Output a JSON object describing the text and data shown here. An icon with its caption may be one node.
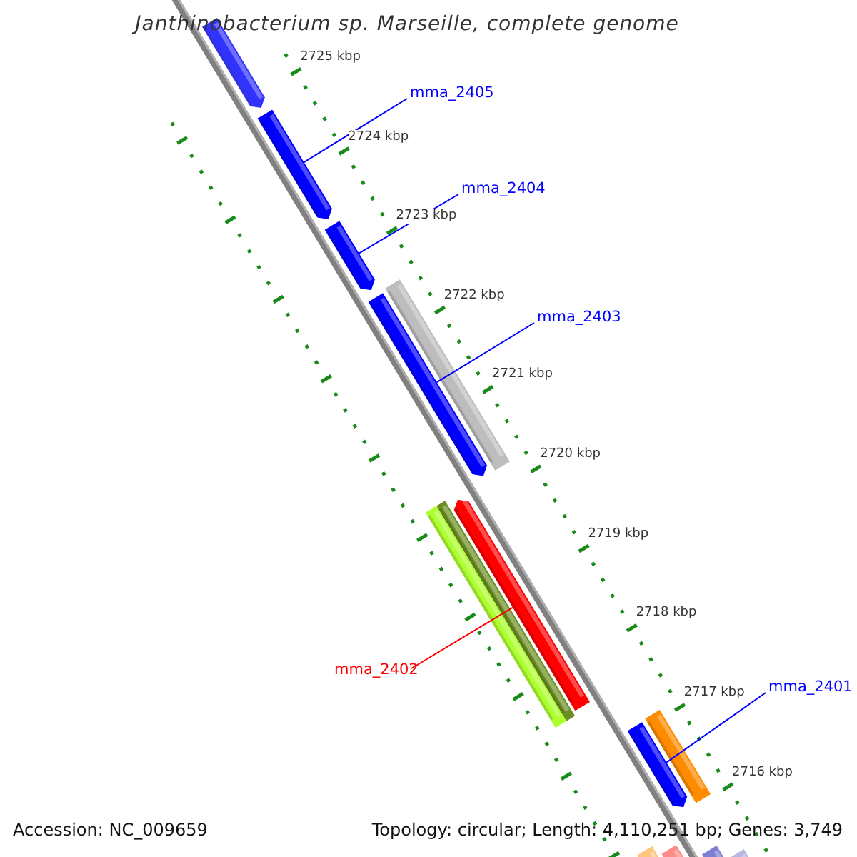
{
  "diagram": {
    "title": "Janthinobacterium sp. Marseille, complete genome",
    "nodes": [
      {
        "text": [],
        "shape": "bar"
      },
      {
        "text": [
          "mma_2405"
        ]
      },
      {
        "text": [],
        "shape": "bar"
      },
      {
        "text": [
          "mma_2404"
        ]
      },
      {
        "text": [],
        "shape": "bar"
      },
      {
        "text": [
          "mma_2403"
        ]
      },
      {
        "text": [],
        "shape": "bar"
      },
      {
        "text": [],
        "shape": "bar"
      },
      {
        "text": [
          "mma_2402"
        ]
      },
      {
        "text": [],
        "shape": "bar"
      },
      {
        "text": [],
        "shape": "bar"
      },
      {
        "text": [],
        "shape": "bar"
      },
      {
        "text": [
          "mma_2401"
        ]
      },
      {
        "text": [],
        "shape": "bar"
      },
      {
        "text": [],
        "shape": "bar"
      },
      {
        "text": [],
        "shape": "bar"
      },
      {
        "text": [],
        "shape": "bar"
      },
      {
        "text": [],
        "shape": "bar"
      },
      {
        "text": [],
        "shape": "bar"
      }
    ],
    "edges": [
      {
        "from": 1,
        "to": 2,
        "arrow": "none"
      },
      {
        "from": 3,
        "to": 4,
        "arrow": "none"
      },
      {
        "from": 5,
        "to": 6,
        "arrow": "none"
      },
      {
        "from": 8,
        "to": 9,
        "arrow": "none",
        "color": "#ff0000"
      },
      {
        "from": 12,
        "to": 13,
        "arrow": "none"
      }
    ],
    "labels": [
      "2725 kbp",
      "2724 kbp",
      "2723 kbp",
      "2722 kbp",
      "2721 kbp",
      "2720 kbp",
      "2719 kbp",
      "2718 kbp",
      "2717 kbp",
      "2716 kbp",
      "Accession: NC_009659",
      "Topology: circular; Length: 4,110,251 bp; Genes: 3,749"
    ]
  }
}
